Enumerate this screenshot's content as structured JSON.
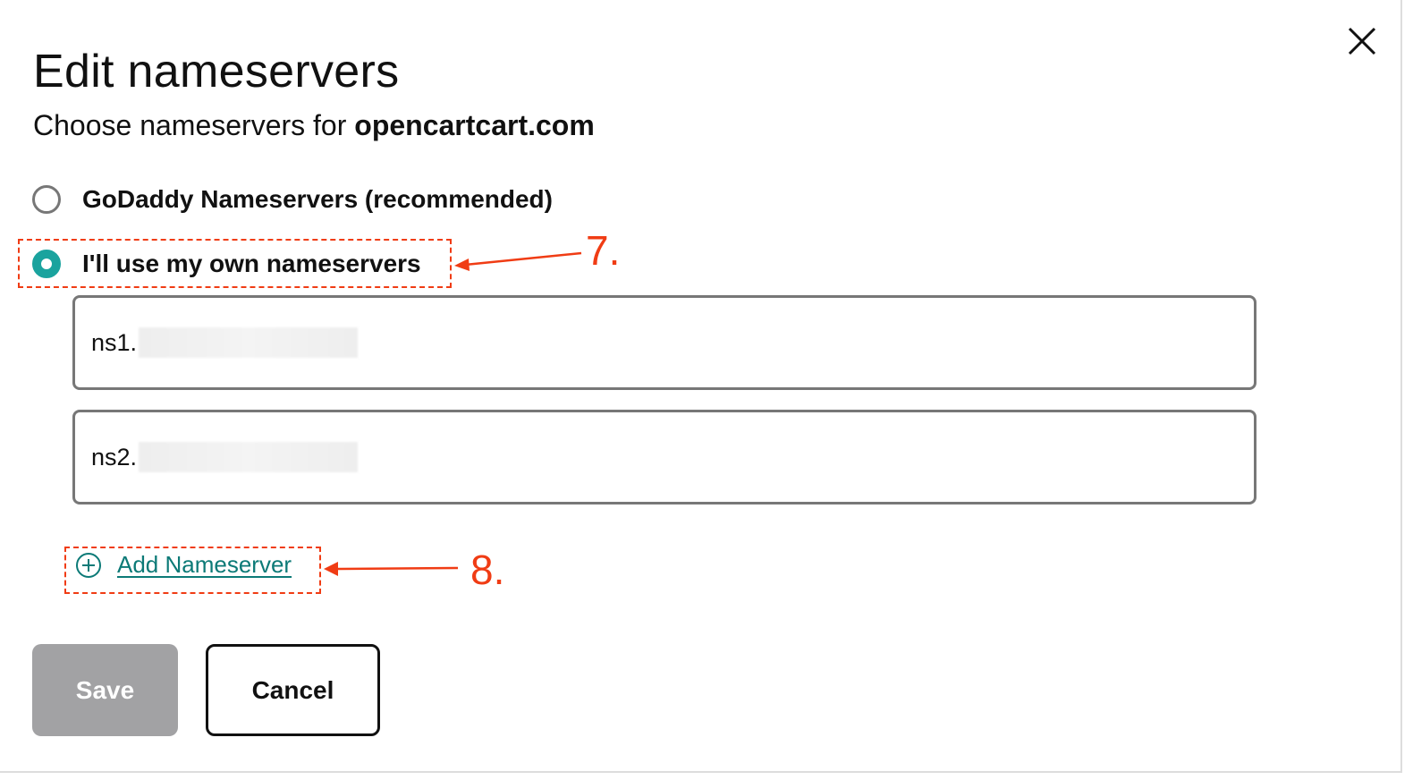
{
  "dialog": {
    "title": "Edit nameservers",
    "subtitle_prefix": "Choose nameservers for ",
    "domain": "opencartcart.com"
  },
  "options": [
    {
      "label": "GoDaddy Nameservers (recommended)",
      "selected": false
    },
    {
      "label": "I'll use my own nameservers",
      "selected": true
    }
  ],
  "nameservers": [
    {
      "value": "ns1."
    },
    {
      "value": "ns2."
    }
  ],
  "add_nameserver_label": "Add Nameserver",
  "buttons": {
    "save": "Save",
    "cancel": "Cancel"
  },
  "annotations": {
    "step7": "7.",
    "step8": "8."
  },
  "colors": {
    "accent": "#1aa39e",
    "link": "#0c7a77",
    "annotation": "#f03c14",
    "disabled": "#a2a2a4"
  }
}
